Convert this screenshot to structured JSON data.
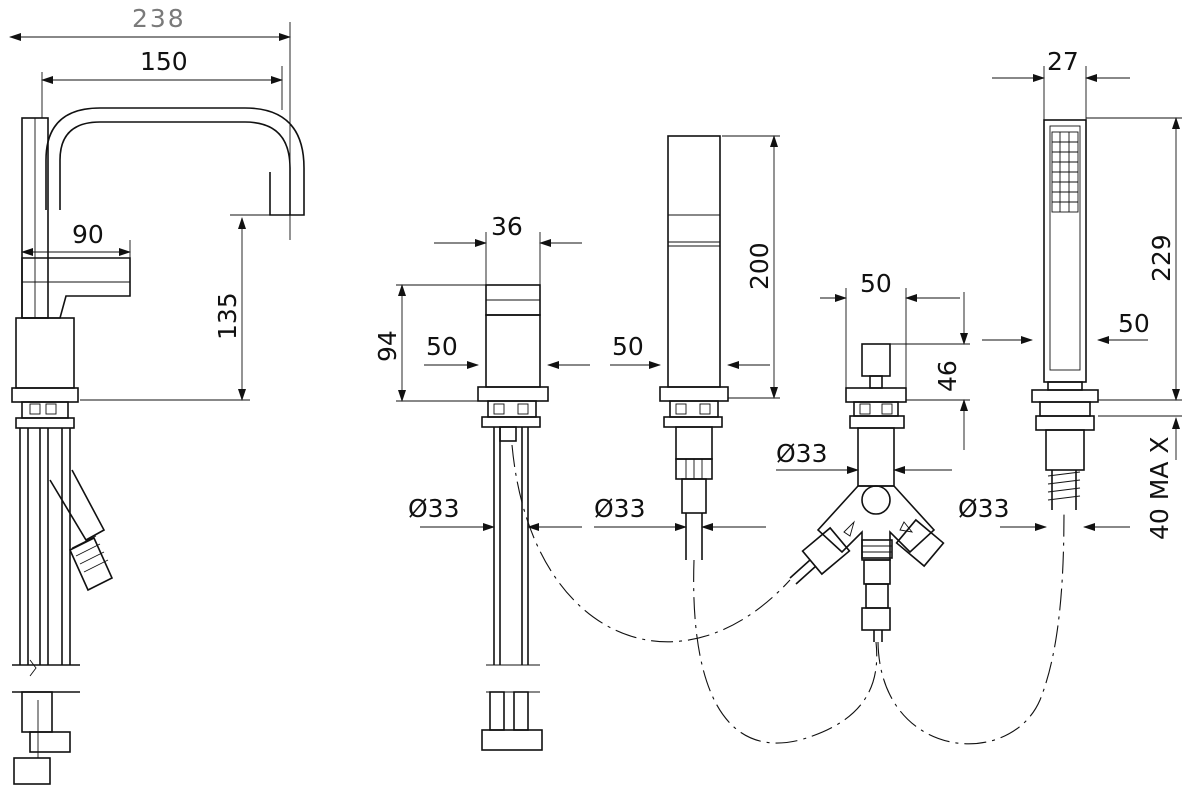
{
  "dimensions": {
    "spout_total_reach": "238",
    "spout_reach": "150",
    "lever_length": "90",
    "spout_height": "135",
    "mixer_width": "36",
    "mixer_height": "94",
    "mixer_base": "50",
    "mixer_pipe_dia": "Ø33",
    "spout_body_base": "50",
    "spout_body_height": "200",
    "spout_body_pipe_dia": "Ø33",
    "diverter_base": "50",
    "diverter_height": "46",
    "diverter_pipe_dia": "Ø33",
    "handshower_width": "27",
    "handshower_base": "50",
    "handshower_height": "229",
    "handshower_pipe_dia": "Ø33",
    "max_deck_thickness": "40 MA X"
  }
}
